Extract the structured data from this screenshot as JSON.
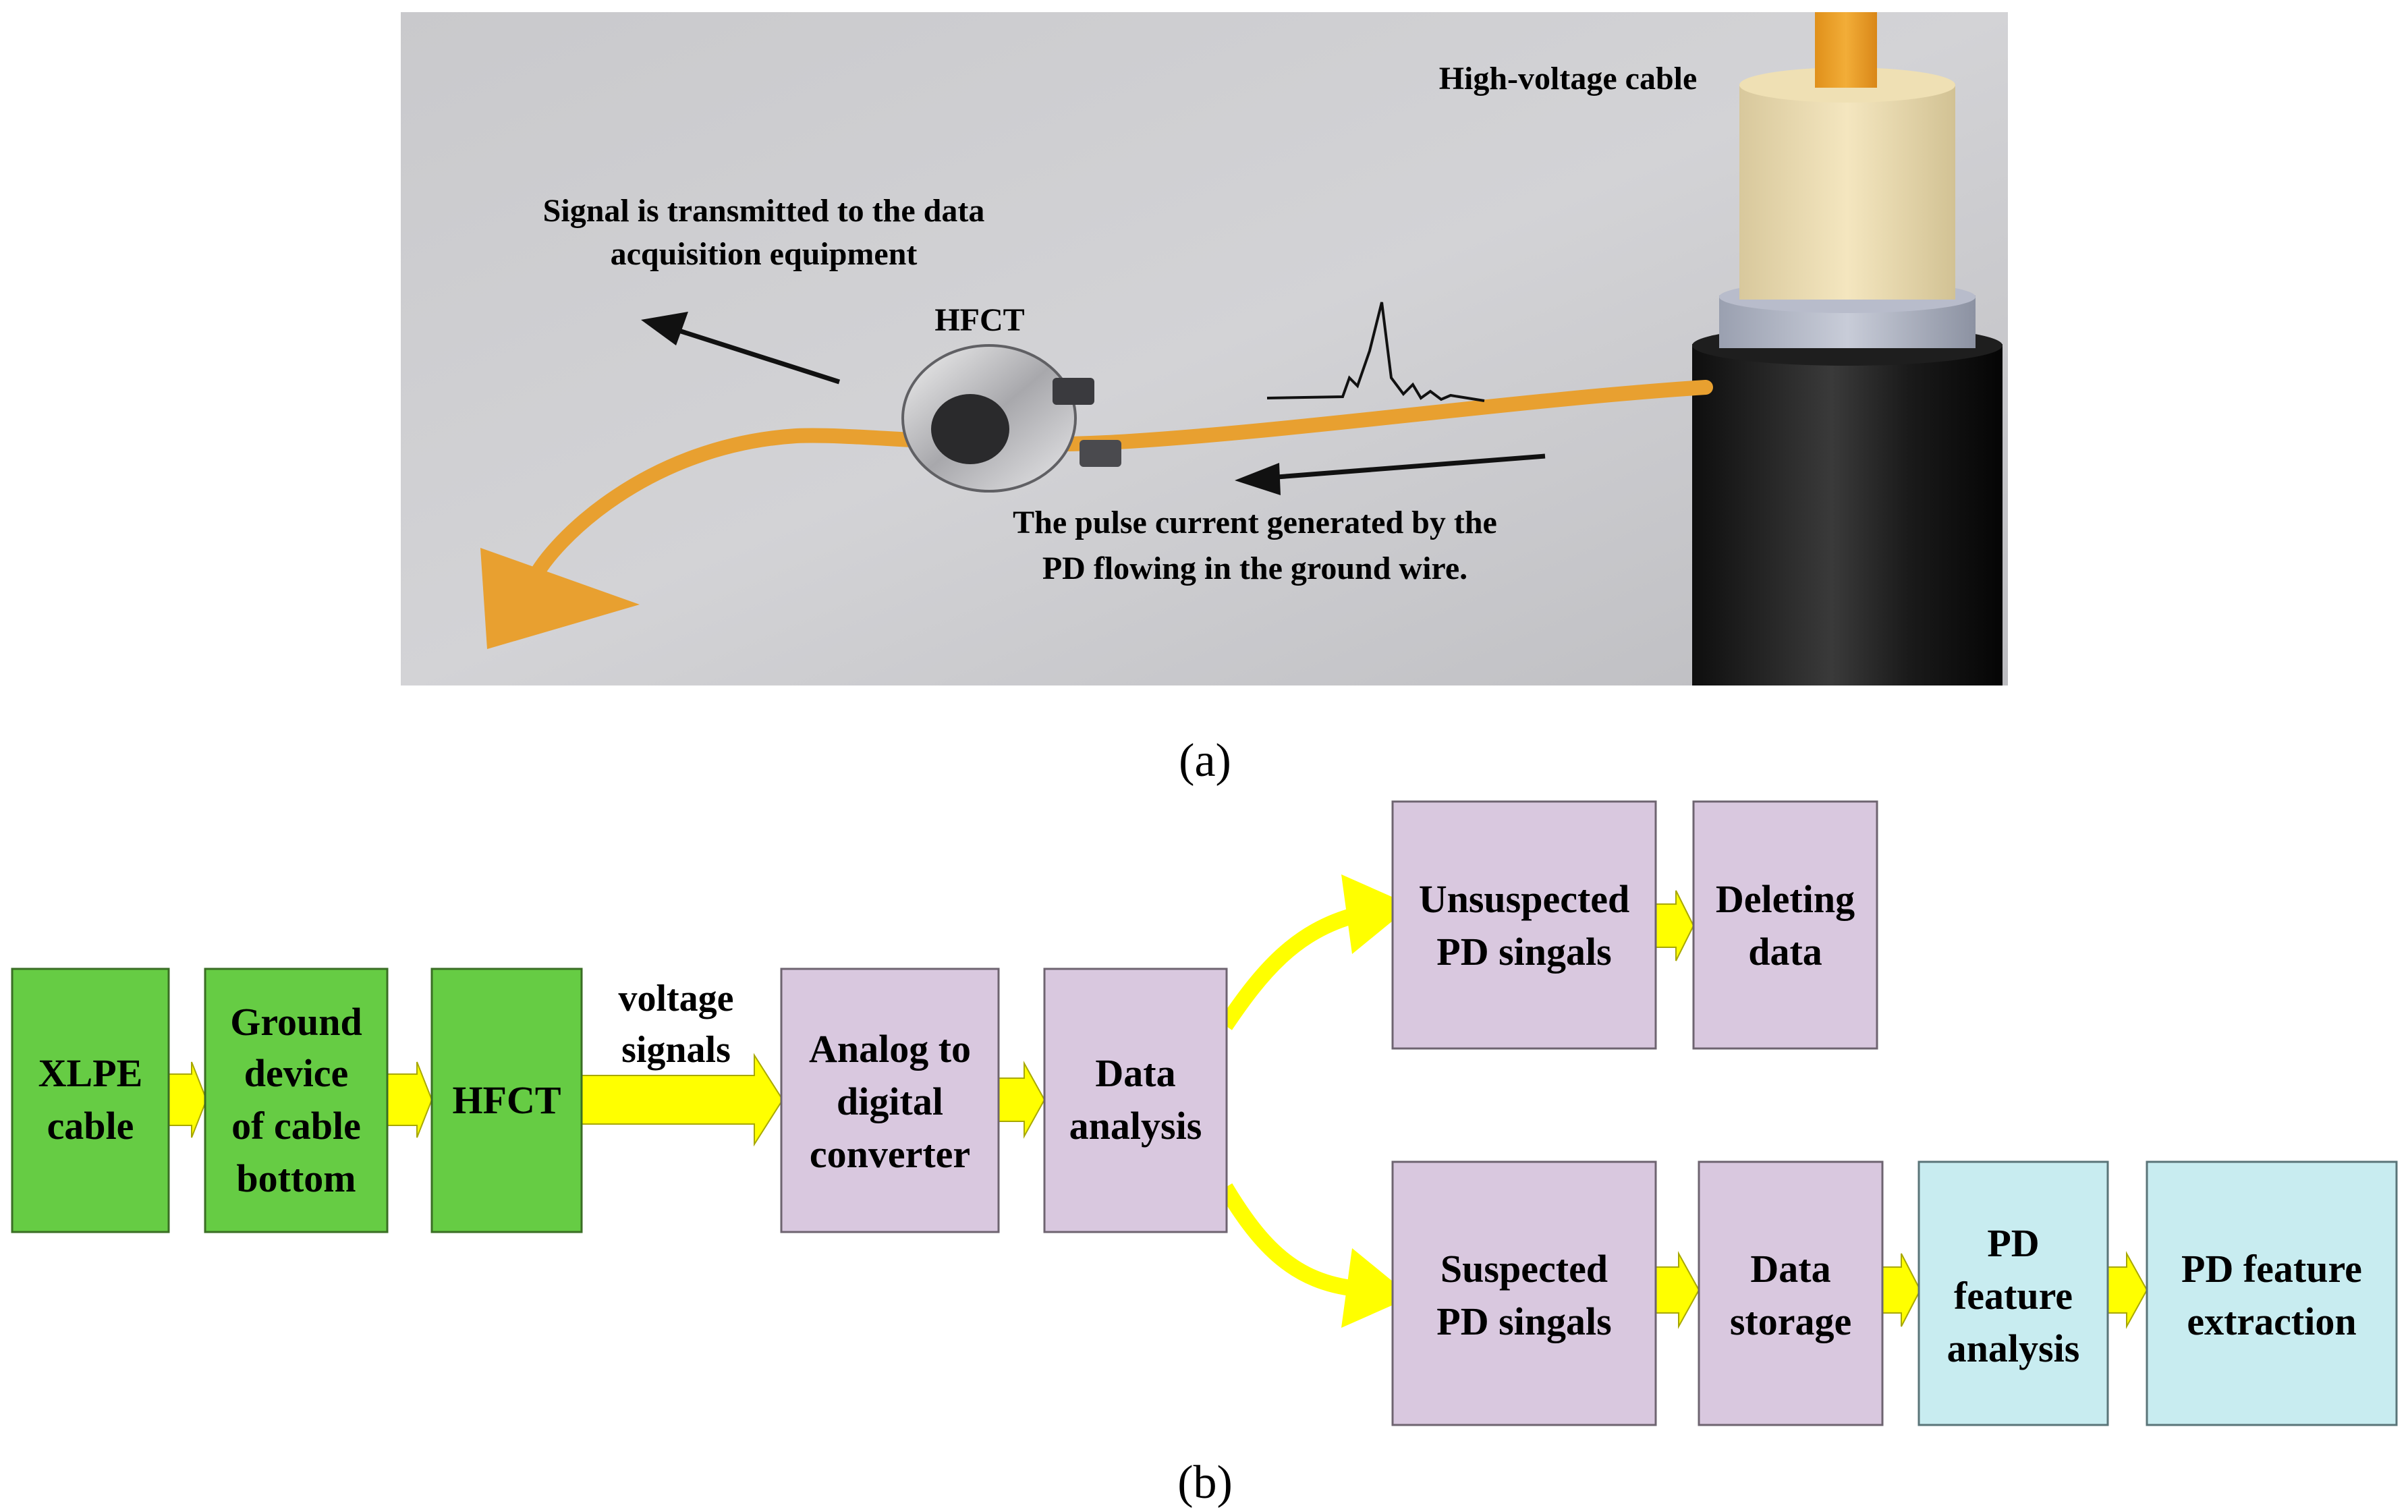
{
  "panel_a": {
    "label": "(a)",
    "photo_text": {
      "cable": "High-voltage cable",
      "signal_line1": "Signal is transmitted to the data",
      "signal_line2": "acquisition equipment",
      "hfct": "HFCT",
      "pulse_line1": "The pulse current generated by the",
      "pulse_line2": "PD flowing in the ground wire."
    }
  },
  "panel_b": {
    "label": "(b)",
    "voltage_label_line1": "voltage",
    "voltage_label_line2": "signals",
    "colors": {
      "green": "#66cc44",
      "purple": "#d9c8df",
      "cyan": "#c8ecf0",
      "arrow": "#ffff00"
    },
    "boxes": {
      "xlpe": [
        "XLPE",
        "cable"
      ],
      "ground": [
        "Ground",
        "device",
        "of cable",
        "bottom"
      ],
      "hfct": [
        "HFCT"
      ],
      "adc": [
        "Analog to",
        "digital",
        "converter"
      ],
      "analysis": [
        "Data",
        "analysis"
      ],
      "unsuspected": [
        "Unsuspected",
        "PD singals"
      ],
      "deleting": [
        "Deleting",
        "data"
      ],
      "suspected": [
        "Suspected",
        "PD singals"
      ],
      "storage": [
        "Data",
        "storage"
      ],
      "feature_analysis": [
        "PD",
        "feature",
        "analysis"
      ],
      "feature_extraction": [
        "PD feature",
        "extraction"
      ]
    }
  }
}
